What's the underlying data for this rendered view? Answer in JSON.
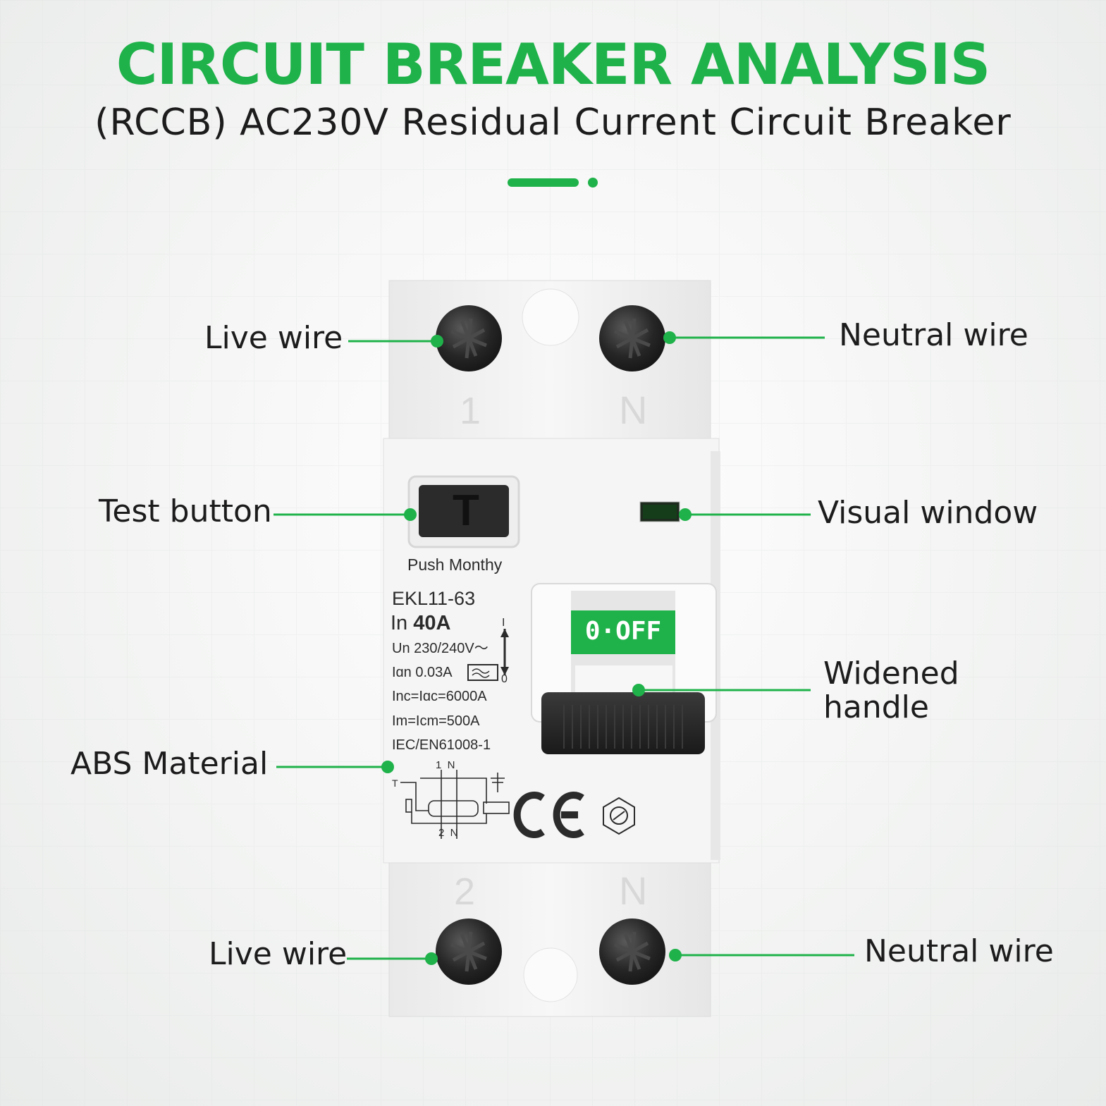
{
  "header": {
    "title": "CIRCUIT BREAKER ANALYSIS",
    "subtitle": "(RCCB) AC230V Residual Current Circuit Breaker"
  },
  "callouts": {
    "live_wire_top": "Live wire",
    "neutral_wire_top": "Neutral wire",
    "test_button": "Test button",
    "visual_window": "Visual window",
    "widened_handle_line1": "Widened",
    "widened_handle_line2": "handle",
    "abs_material": "ABS Material",
    "live_wire_bottom": "Live wire",
    "neutral_wire_bottom": "Neutral wire"
  },
  "device": {
    "terminal_top_left": "1",
    "terminal_top_right": "N",
    "terminal_bottom_left": "2",
    "terminal_bottom_right": "N",
    "test_button_letter": "T",
    "push_text": "Push Monthy",
    "model": "EKL11-63",
    "rated_current_prefix": "In ",
    "rated_current_value": "40A",
    "voltage": "Un 230/240V～",
    "residual_current": "Iɑn 0.03A",
    "inc": "Inc=Iɑc=6000A",
    "im": "Im=Icm=500A",
    "standard": "IEC/EN61008-1",
    "switch_state": "0·OFF",
    "switch_on_mark": "I",
    "switch_off_mark": "0",
    "ce_mark": "CE",
    "schematic_top": "1  N",
    "schematic_bottom": "2  N",
    "schematic_test": "T"
  },
  "colors": {
    "accent": "#1fb24a",
    "text": "#1c1c1c",
    "body": "#f2f2f2",
    "screw": "#2a2a2a"
  }
}
